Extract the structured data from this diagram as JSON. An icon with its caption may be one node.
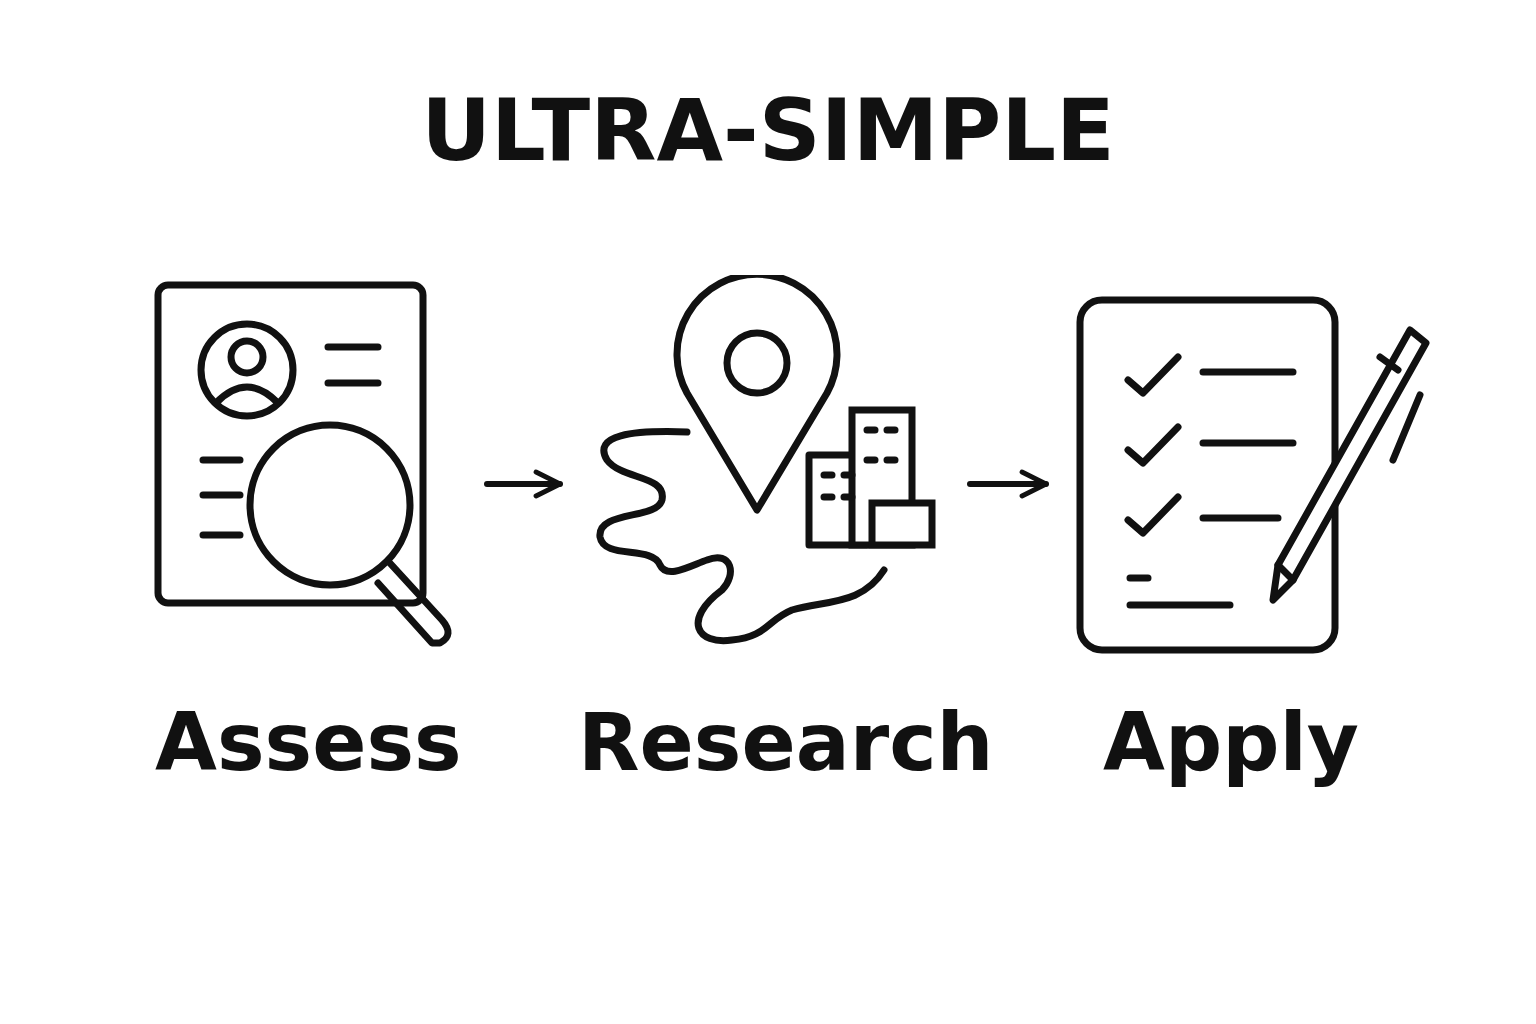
{
  "diagram": {
    "title": "ULTRA-SIMPLE",
    "nodes": [
      {
        "text": [
          "Assess"
        ]
      },
      {
        "text": [
          "Research"
        ]
      },
      {
        "text": [
          "Apply"
        ]
      }
    ],
    "edges": [
      {
        "from": 0,
        "to": 1,
        "arrow": "to"
      },
      {
        "from": 1,
        "to": 2,
        "arrow": "to"
      }
    ]
  }
}
